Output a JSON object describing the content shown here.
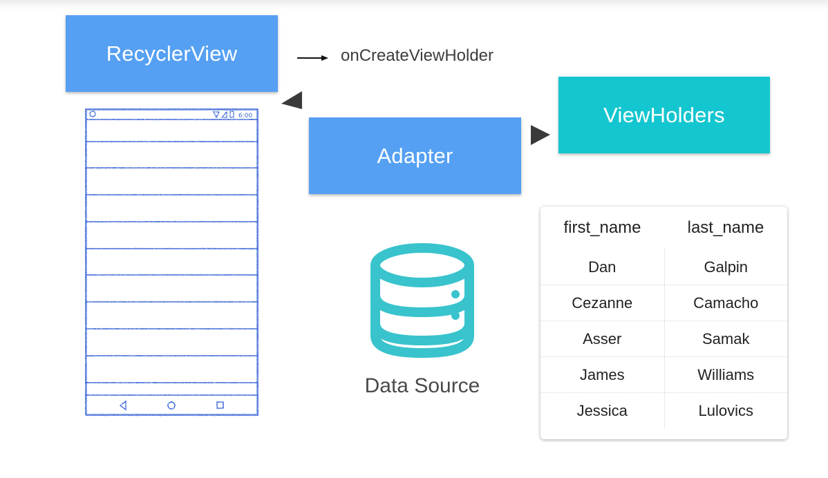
{
  "diagram": {
    "recyclerview_label": "RecyclerView",
    "adapter_label": "Adapter",
    "viewholders_label": "ViewHolders",
    "arrow_label": "onCreateViewHolder",
    "datasource_label": "Data Source",
    "phone": {
      "status_time": "6:00",
      "nav_icons": [
        "back-icon",
        "home-icon",
        "recents-icon"
      ]
    },
    "colors": {
      "box_blue": "#55a0f2",
      "box_teal": "#14c6cf",
      "database_teal": "#39c3cc",
      "sketch_blue": "#3c68d6"
    }
  },
  "table": {
    "headers": [
      "first_name",
      "last_name"
    ],
    "rows": [
      [
        "Dan",
        "Galpin"
      ],
      [
        "Cezanne",
        "Camacho"
      ],
      [
        "Asser",
        "Samak"
      ],
      [
        "James",
        "Williams"
      ],
      [
        "Jessica",
        "Lulovics"
      ]
    ]
  }
}
